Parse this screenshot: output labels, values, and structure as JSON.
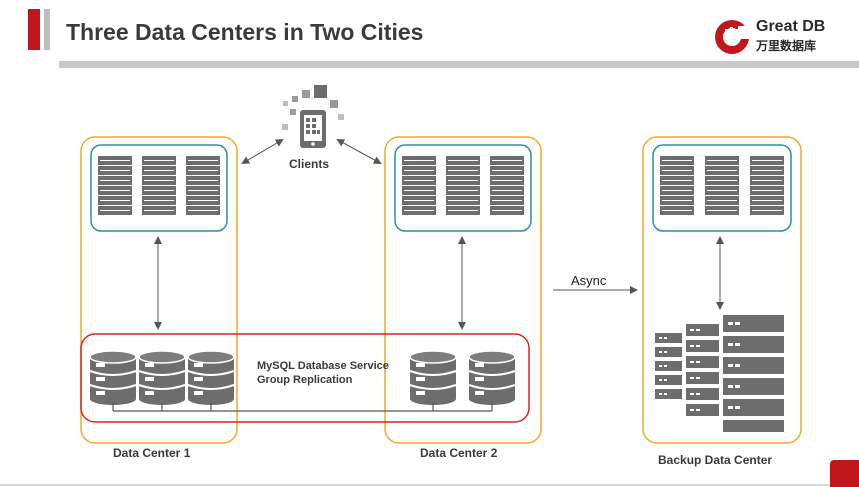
{
  "slide": {
    "title": "Three Data Centers in Two Cities"
  },
  "logo": {
    "name": "Great DB",
    "subtitle": "万里数据库"
  },
  "diagram": {
    "clients_label": "Clients",
    "dc1_label": "Data Center 1",
    "dc2_label": "Data Center 2",
    "backup_label": "Backup Data Center",
    "async_label": "Async",
    "mgr_line1": "MySQL Database Service",
    "mgr_line2": "Group Replication",
    "colors": {
      "orange_border": "#f5a623",
      "teal_border": "#2a8fa3",
      "red_border": "#d7261e",
      "icon_grey": "#6d6d6d",
      "accent_red": "#c0161c"
    }
  }
}
